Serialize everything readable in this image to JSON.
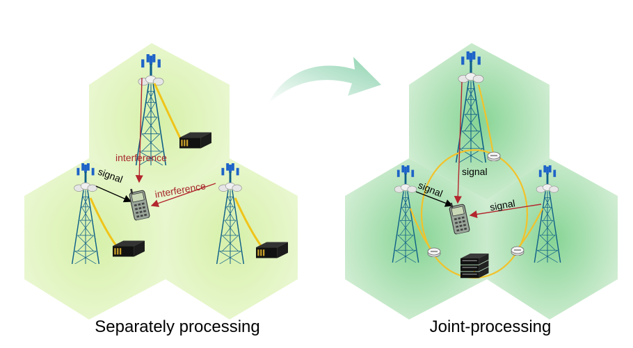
{
  "left_panel": {
    "caption": "Separately processing",
    "labels": {
      "interference_top": "interference",
      "interference_right": "interference",
      "signal": "signal"
    }
  },
  "right_panel": {
    "caption": "Joint-processing",
    "labels": {
      "signal_top": "signal",
      "signal_left": "signal",
      "signal_right": "signal"
    }
  },
  "colors": {
    "left_cell_fill": "#e6f5c4",
    "left_cell_edge": "#d2ebb0",
    "right_cell_fill": "#cfead0",
    "right_cell_center": "#8fd59a",
    "tower": "#0e5f88",
    "antenna": "#1e63c8",
    "cable": "#f0c419",
    "interference": "#b3262e",
    "signal_left_arrow": "#000000",
    "signal_right_arrow": "#b3262e",
    "ring": "#f2c22a",
    "transition_arrow": "#a8dbc0"
  },
  "icons": [
    "tower-icon",
    "server-box-icon",
    "phone-icon",
    "router-icon",
    "server-stack-icon",
    "curved-arrow-icon"
  ]
}
